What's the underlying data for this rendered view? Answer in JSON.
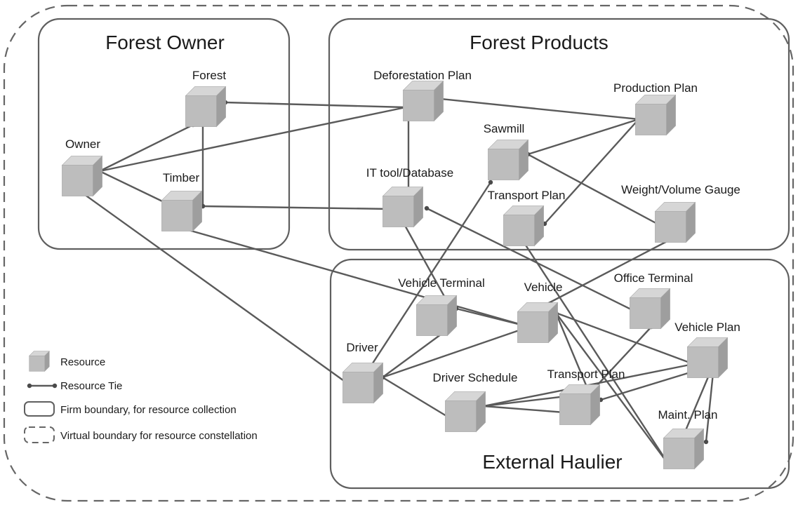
{
  "boundaries": {
    "forest_owner": "Forest Owner",
    "forest_products": "Forest Products",
    "external_haulier": "External Haulier"
  },
  "resources": {
    "forest": "Forest",
    "owner": "Owner",
    "timber": "Timber",
    "deforestation_plan": "Deforestation Plan",
    "production_plan": "Production Plan",
    "sawmill": "Sawmill",
    "it_tool": "IT tool/Database",
    "transport_plan_fp": "Transport Plan",
    "weight_gauge": "Weight/Volume  Gauge",
    "vehicle_terminal": "Vehicle  Terminal",
    "vehicle": "Vehicle",
    "office_terminal": "Office Terminal",
    "driver": "Driver",
    "vehicle_plan": "Vehicle Plan",
    "driver_schedule": "Driver Schedule",
    "transport_plan_eh": "Transport Plan",
    "maint_plan": "Maint. Plan"
  },
  "legend": {
    "resource": "Resource",
    "resource_tie": "Resource Tie",
    "firm_boundary": "Firm boundary, for resource collection",
    "virtual_boundary": "Virtual boundary for resource constellation"
  },
  "colors": {
    "cube_front": "#bdbdbd",
    "cube_top": "#d6d6d6",
    "cube_side": "#9e9e9e",
    "tie": "#5a5a5a",
    "boundary": "#5f5f5f"
  }
}
